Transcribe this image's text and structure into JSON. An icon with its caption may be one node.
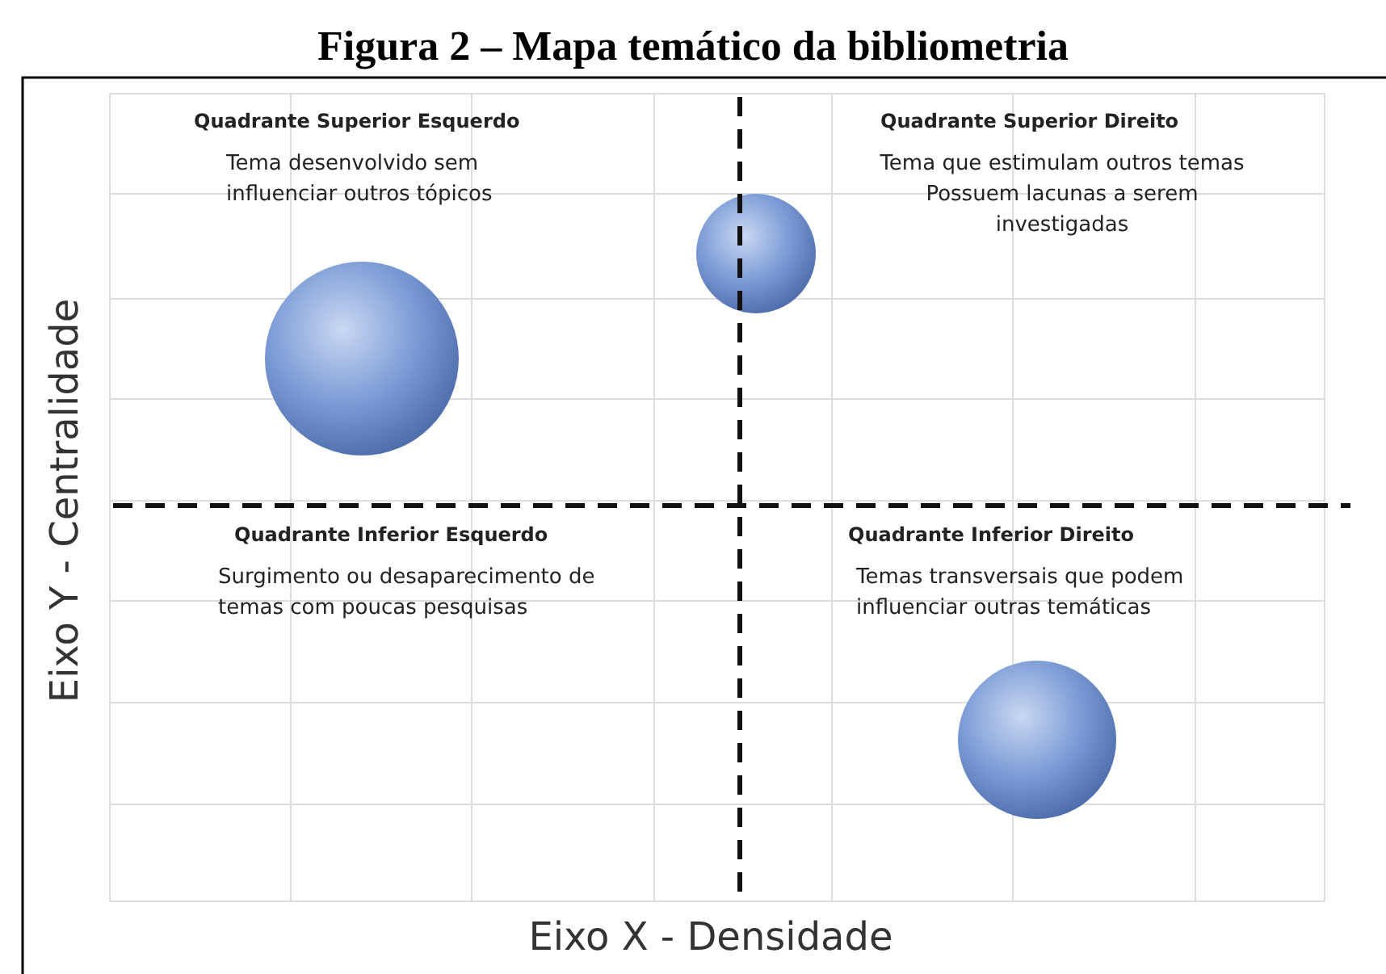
{
  "diagram": {
    "title": "Figura 2 – Mapa temático da bibliometria",
    "nodes": [
      {
        "text": [
          "Quadrante Superior Esquerdo",
          "Tema desenvolvido sem influenciar outros tópicos"
        ]
      },
      {
        "text": [
          "Quadrante Superior Direito",
          "Tema que estimulam outros temas Possuem lacunas a serem investigadas"
        ]
      },
      {
        "text": [
          "Quadrante Inferior Esquerdo",
          "Surgimento ou desaparecimento de temas com poucas pesquisas"
        ]
      },
      {
        "text": [
          "Quadrante Inferior Direito",
          "Temas transversais que podem influenciar outras temáticas"
        ]
      },
      {
        "text": [],
        "shape": "circle"
      },
      {
        "text": [],
        "shape": "circle"
      },
      {
        "text": [],
        "shape": "circle"
      }
    ],
    "edges": [],
    "labels": [
      "Eixo Y - Centralidade",
      "Eixo X - Densidade"
    ]
  }
}
